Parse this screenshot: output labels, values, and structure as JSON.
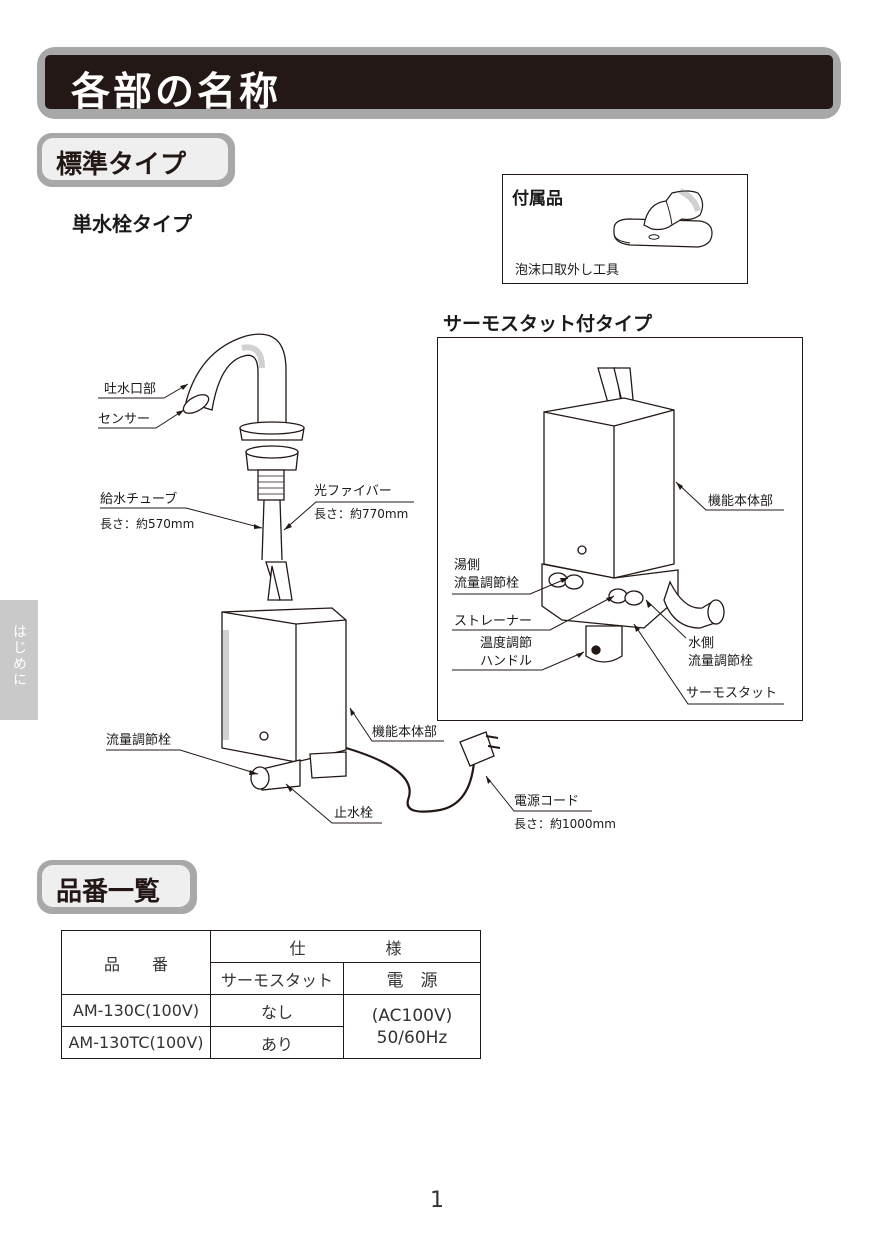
{
  "title": "各部の名称",
  "section_standard": "標準タイプ",
  "subheading_single": "単水栓タイプ",
  "accessory": {
    "title": "付属品",
    "caption": "泡沫口取外し工具"
  },
  "thermostat_title": "サーモスタット付タイプ",
  "labels_main": {
    "spout": "吐水口部",
    "sensor": "センサー",
    "supply_tube": "給水チューブ",
    "supply_tube_len": "長さ：約570mm",
    "optical_fiber": "光ファイバー",
    "optical_fiber_len": "長さ：約770mm",
    "flow_valve": "流量調節栓",
    "main_unit": "機能本体部",
    "stop_valve": "止水栓",
    "power_cord": "電源コード",
    "power_cord_len": "長さ：約1000mm"
  },
  "labels_thermo": {
    "main_unit": "機能本体部",
    "hot_flow_1": "湯側",
    "hot_flow_2": "流量調節栓",
    "strainer": "ストレーナー",
    "temp_handle_1": "温度調節",
    "temp_handle_2": "ハンドル",
    "cold_flow_1": "水側",
    "cold_flow_2": "流量調節栓",
    "thermostat": "サーモスタット"
  },
  "side_tab": "はじめに",
  "section_models": "品番一覧",
  "table": {
    "header_model": "品　　番",
    "header_spec": "仕　　　　　様",
    "header_thermo": "サーモスタット",
    "header_power": "電　源",
    "rows": [
      {
        "model": "AM-130C(100V)",
        "thermostat": "なし"
      },
      {
        "model": "AM-130TC(100V)",
        "thermostat": "あり"
      }
    ],
    "power_1": "(AC100V)",
    "power_2": "50/60Hz"
  },
  "page_number": "1"
}
